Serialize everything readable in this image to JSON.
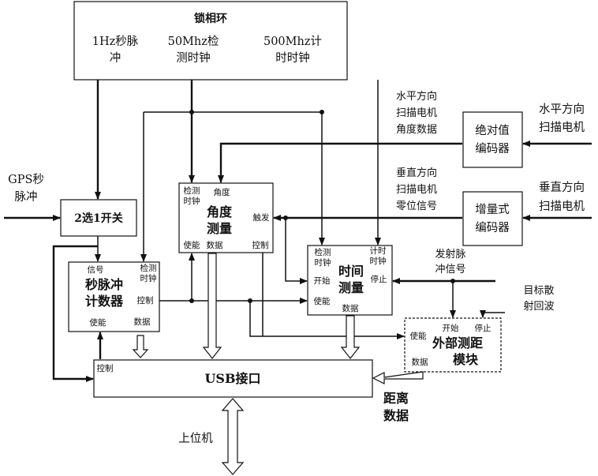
{
  "pll": {
    "title": "锁相环",
    "in1_a": "1Hz秒脉",
    "in1_b": "冲",
    "in2_a": "50Mhz检",
    "in2_b": "测时钟",
    "in3_a": "500Mhz计",
    "in3_b": "时时钟"
  },
  "gps": {
    "line1": "GPS秒",
    "line2": "脉冲"
  },
  "selector": {
    "label": "2选1开关"
  },
  "angle": {
    "title_a": "角度",
    "title_b": "测量",
    "clk_a": "检测",
    "clk_b": "时钟",
    "angle": "角度",
    "trigger": "触发",
    "enable": "使能",
    "data": "数据",
    "control": "控制"
  },
  "pps_counter": {
    "title_a": "秒脉冲",
    "title_b": "计数器",
    "signal": "信号",
    "clk_a": "检测",
    "clk_b": "时钟",
    "control": "控制",
    "enable": "使能",
    "data": "数据"
  },
  "time": {
    "title_a": "时间",
    "title_b": "测量",
    "clk_a": "检测",
    "clk_b": "时钟",
    "tclk_a": "计时",
    "tclk_b": "时钟",
    "start": "开始",
    "stop": "停止",
    "enable": "使能",
    "data": "数据"
  },
  "usb": {
    "title": "USB接口",
    "control": "控制"
  },
  "host": {
    "label": "上位机"
  },
  "h_motor": {
    "label_a": "水平方向",
    "label_b": "扫描电机",
    "signal_a": "水平方向",
    "signal_b": "扫描电机",
    "signal_c": "角度数据"
  },
  "abs_encoder": {
    "label_a": "绝对值",
    "label_b": "编码器"
  },
  "v_motor": {
    "label_a": "垂直方向",
    "label_b": "扫描电机",
    "signal_a": "垂直方向",
    "signal_b": "扫描电机",
    "signal_c": "零位信号"
  },
  "inc_encoder": {
    "label_a": "增量式",
    "label_b": "编码器"
  },
  "tx_pulse": {
    "line1": "发射脉",
    "line2": "冲信号"
  },
  "echo": {
    "line1": "目标散",
    "line2": "射回波"
  },
  "ext_range": {
    "title_a": "外部测距",
    "title_b": "模块",
    "start": "开始",
    "stop": "停止",
    "enable": "使能",
    "data": "数据"
  },
  "distance": {
    "line1": "距离",
    "line2": "数据"
  }
}
